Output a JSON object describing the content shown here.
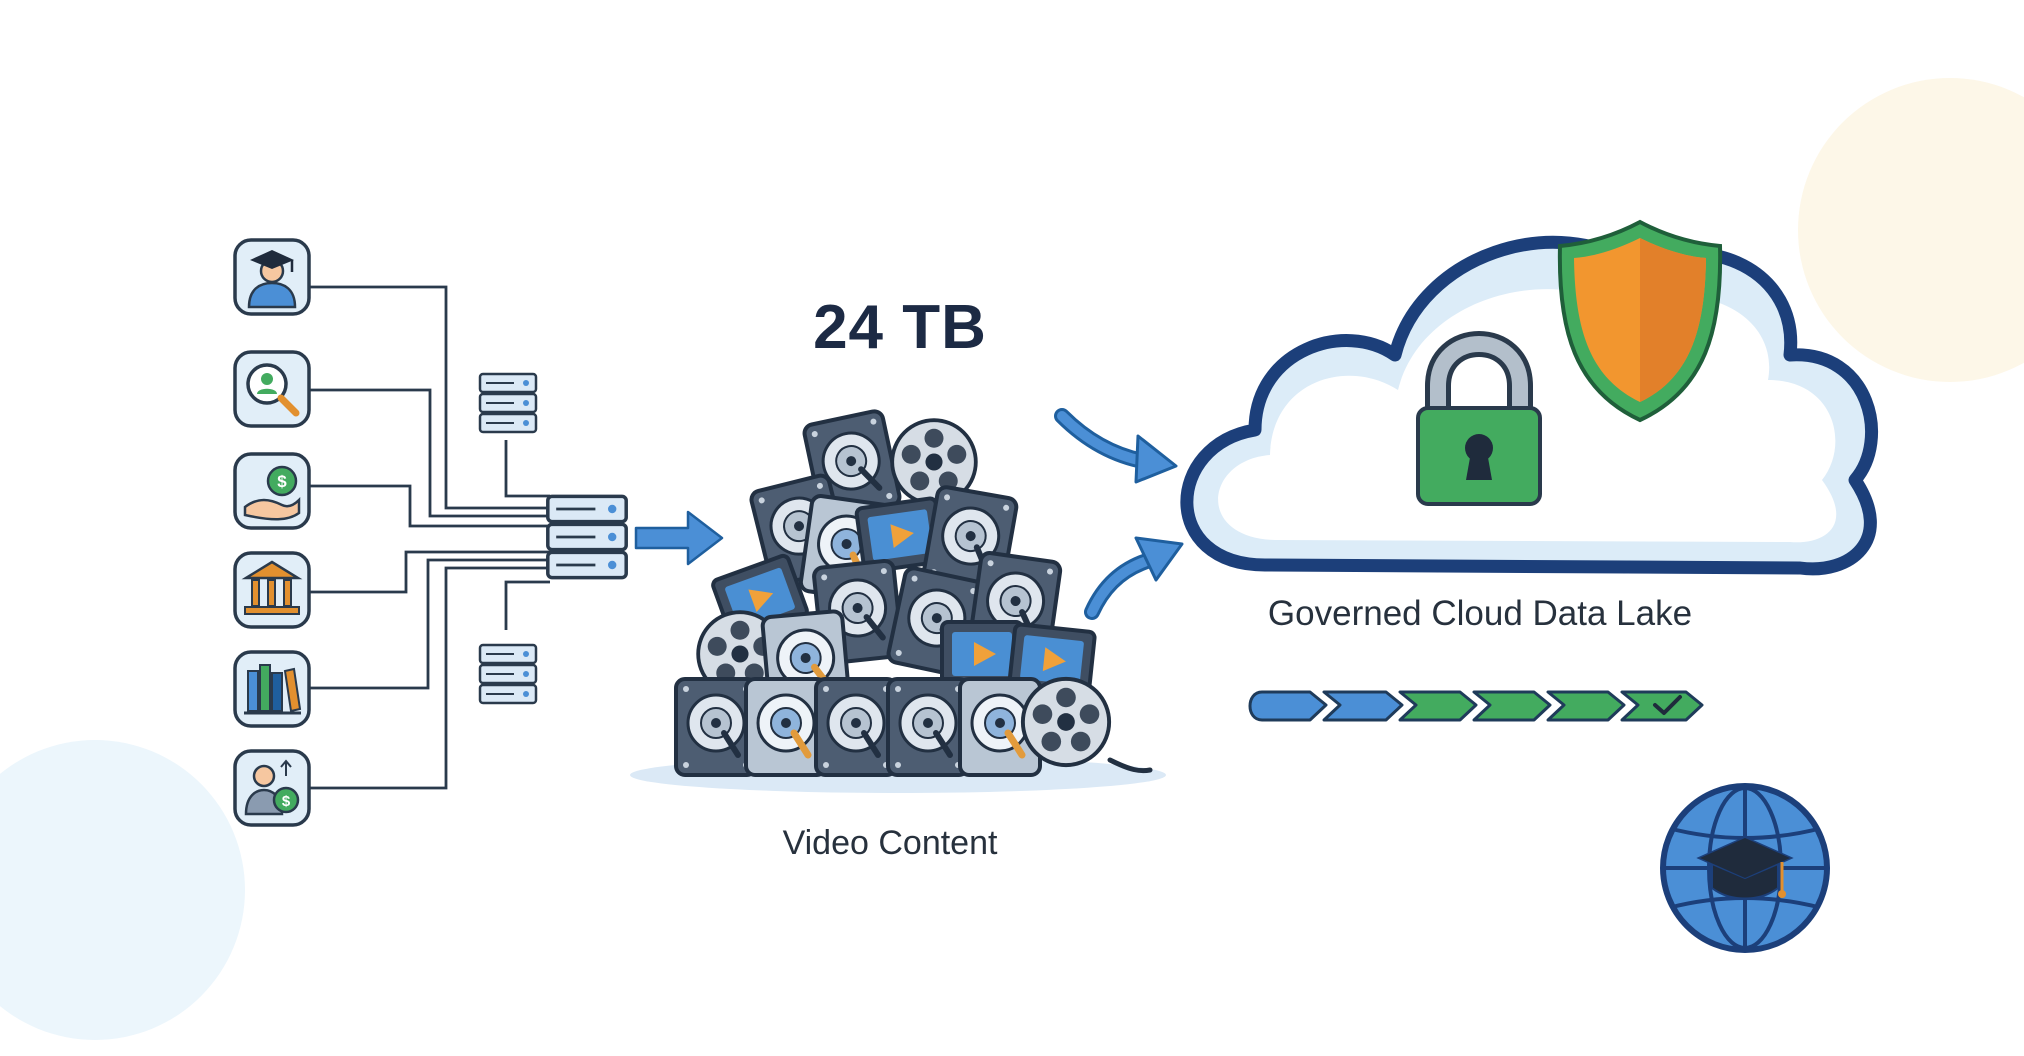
{
  "diagram": {
    "storage_total": "24 TB",
    "video_label": "Video Content",
    "cloud_label": "Governed Cloud Data Lake"
  },
  "sources": [
    {
      "icon": "graduate-icon"
    },
    {
      "icon": "user-search-icon"
    },
    {
      "icon": "payment-hand-icon"
    },
    {
      "icon": "institution-icon"
    },
    {
      "icon": "library-books-icon"
    },
    {
      "icon": "salary-person-icon"
    }
  ],
  "progress": {
    "total_steps": 6,
    "blue_steps": 2,
    "green_steps": 4,
    "completed": true
  },
  "colors": {
    "navy": "#1c3f7a",
    "blue": "#4b8fd6",
    "light_blue": "#dcecf8",
    "green": "#43ab5f",
    "orange": "#f2962f",
    "hdd_dark": "#4d5d72",
    "line": "#2a3a4c"
  }
}
